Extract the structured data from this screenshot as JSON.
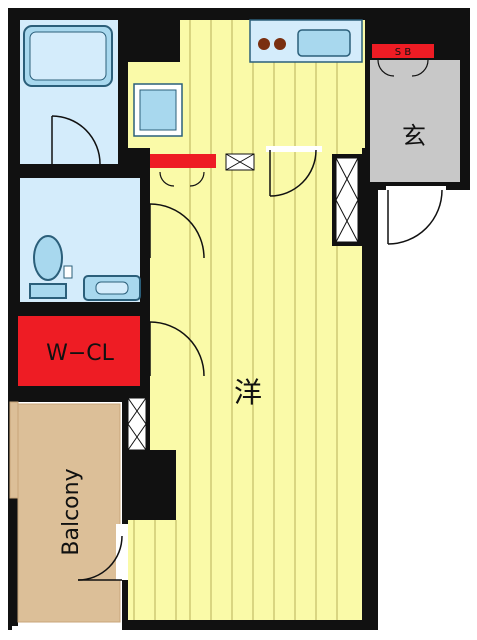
{
  "rooms": {
    "western_room": {
      "label": "洋",
      "color": "#fafaa8"
    },
    "entrance": {
      "label": "玄",
      "color": "#c8c8c8"
    },
    "walk_in_closet": {
      "label": "W−CL",
      "color": "#ee1c24"
    },
    "balcony": {
      "label": "Balcony",
      "color": "#dcbf98"
    },
    "shoe_box": {
      "label": "S B",
      "color": "#ee1c24"
    },
    "wet_areas": {
      "color": "#d4ecfb"
    }
  },
  "colors": {
    "wall": "#111111",
    "fixture_fill": "#a8d8ee",
    "fixture_stroke": "#2b5f7a",
    "stove": "#7a2f10",
    "grain": "#b8b05a"
  }
}
